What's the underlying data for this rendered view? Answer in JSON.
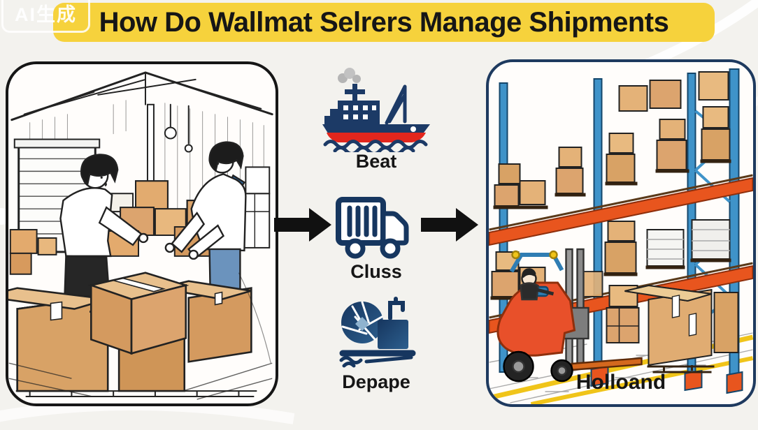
{
  "watermark": {
    "label": "AI生成"
  },
  "title": {
    "text": "How Do Wallmat Selrers Manage Shipments"
  },
  "flow": {
    "steps": [
      {
        "icon": "cargo-ship-icon",
        "label": "Beat"
      },
      {
        "icon": "delivery-truck-icon",
        "label": "Cluss"
      },
      {
        "icon": "globe-port-icon",
        "label": "Depape"
      }
    ]
  },
  "left_panel": {
    "caption": ""
  },
  "right_panel": {
    "caption": "Holloand"
  },
  "colors": {
    "banner_yellow": "#F6D23C",
    "background": "#F3F2EE",
    "icon_navy": "#1C3A66",
    "ship_red": "#E2261D",
    "arrow_black": "#111111",
    "left_panel_border": "#161616",
    "right_panel_border": "#1E3A5F",
    "rack_orange": "#E8551E",
    "rack_blue": "#3F93C9",
    "forklift_red": "#E8502A",
    "floor_line_yellow": "#F0C419",
    "box_tan": "#DCA46E"
  }
}
